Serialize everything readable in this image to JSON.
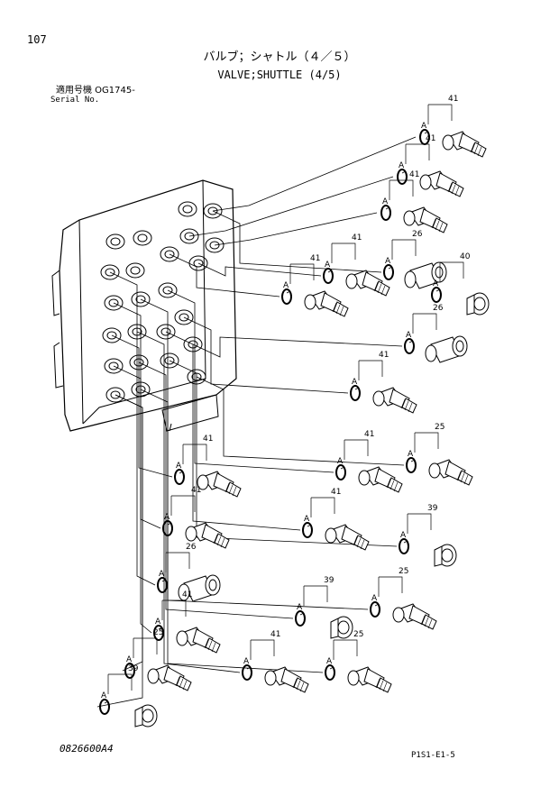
{
  "header": {
    "page_number": "107",
    "title_jp": "バルブ；シャトル（４／５）",
    "title_en": "VALVE;SHUTTLE (4/5)",
    "serial_label_jp": "適用号機  OG1745-",
    "serial_label_en": "Serial No."
  },
  "footer": {
    "drawing_number": "0826600A4",
    "page_code": "P1S1-E1-5"
  },
  "callouts": [
    {
      "part": "41",
      "oring": "A"
    },
    {
      "part": "41",
      "oring": "A"
    },
    {
      "part": "41",
      "oring": "A"
    },
    {
      "part": "41",
      "oring": "A"
    },
    {
      "part": "41",
      "oring": "A"
    },
    {
      "part": "26",
      "oring": "A"
    },
    {
      "part": "40",
      "oring": "A"
    },
    {
      "part": "26",
      "oring": "A"
    },
    {
      "part": "41",
      "oring": "A"
    },
    {
      "part": "41",
      "oring": "A"
    },
    {
      "part": "25",
      "oring": "A"
    },
    {
      "part": "41",
      "oring": "A"
    },
    {
      "part": "41",
      "oring": "A"
    },
    {
      "part": "41",
      "oring": "A"
    },
    {
      "part": "39",
      "oring": "A"
    },
    {
      "part": "26",
      "oring": "A"
    },
    {
      "part": "39",
      "oring": "A"
    },
    {
      "part": "25",
      "oring": "A"
    },
    {
      "part": "41",
      "oring": "A"
    },
    {
      "part": "25",
      "oring": "A"
    },
    {
      "part": "41",
      "oring": "A"
    },
    {
      "part": "25",
      "oring": "A"
    },
    {
      "part": "39",
      "oring": "A"
    }
  ]
}
